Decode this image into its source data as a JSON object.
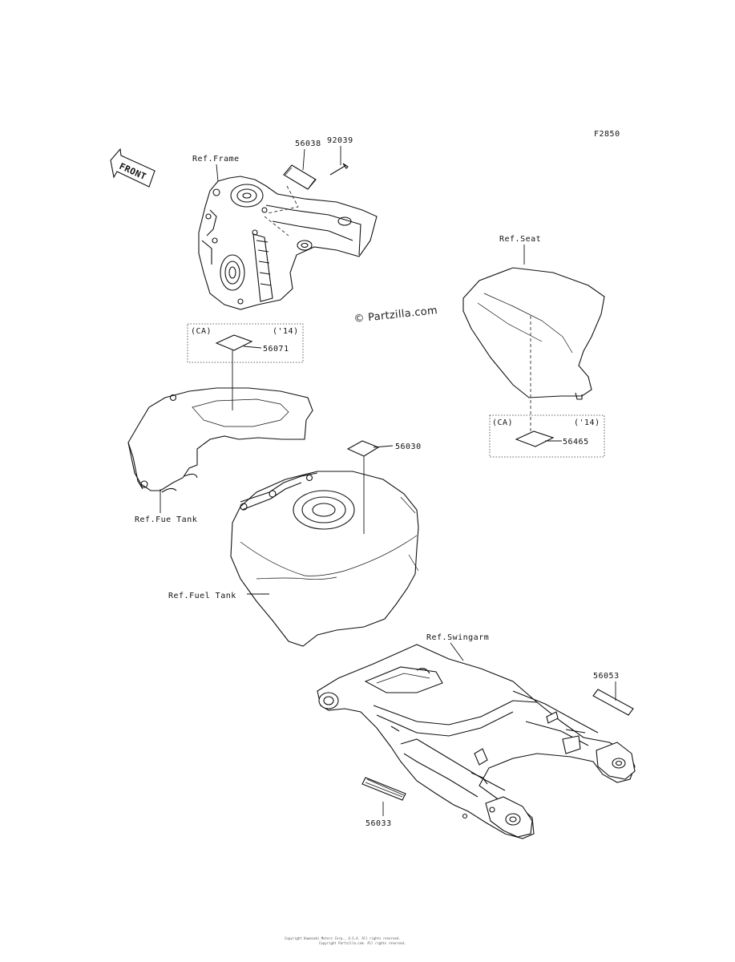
{
  "figure": {
    "code": "F2850",
    "front_label": "FRONT",
    "watermark": "© Partzilla.com"
  },
  "refs": {
    "frame": "Ref.Frame",
    "seat": "Ref.Seat",
    "fuel_tank_1": "Ref.Fue  Tank",
    "fuel_tank_2": "Ref.Fuel Tank",
    "swingarm": "Ref.Swingarm"
  },
  "parts": {
    "p56038": "56038",
    "p92039": "92039",
    "p56071": "56071",
    "p56030": "56030",
    "p56465": "56465",
    "p56053": "56053",
    "p56033": "56033"
  },
  "boxes": {
    "tank_box": {
      "left": "(CA)",
      "right": "('14)"
    },
    "seat_box": {
      "left": "(CA)",
      "right": "('14)"
    }
  },
  "copyright": {
    "line1": "Copyright Kawasaki Motors Corp., U.S.A. All rights reserved.",
    "line2": "Copyright Partzilla.com. All rights reserved."
  }
}
